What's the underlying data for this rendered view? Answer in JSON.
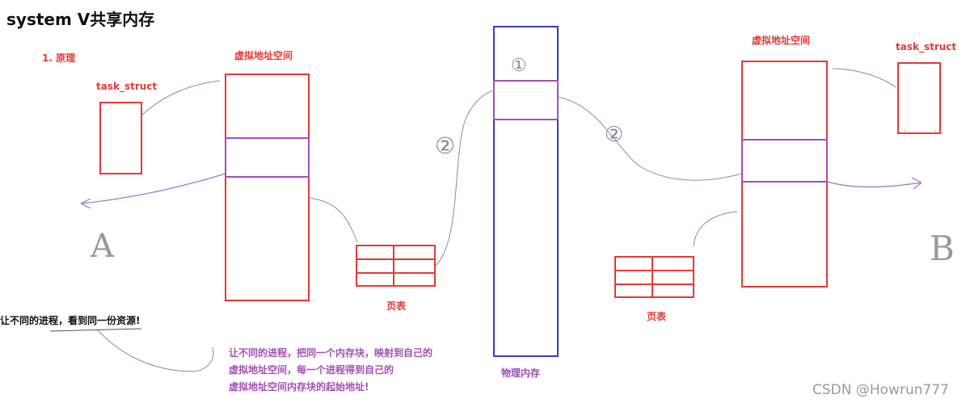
{
  "title": "system V共享内存",
  "section": "1. 原理",
  "left": {
    "task_struct_label": "task_struct",
    "vas_label": "虚拟地址空间",
    "page_table_label": "页表",
    "handwritten_process": "A"
  },
  "middle": {
    "physical_memory_label": "物理内存",
    "marker_1": "①",
    "marker_2_left": "②",
    "marker_2_right": "②"
  },
  "right": {
    "task_struct_label": "task_struct",
    "vas_label": "虚拟地址空间",
    "page_table_label": "页表",
    "handwritten_process": "B"
  },
  "notes": {
    "summary": "让不同的进程，看到同一份资源!",
    "explain": [
      "让不同的进程，把同一个内存块，映射到自己的",
      "虚拟地址空间，每一个进程得到自己的",
      "虚拟地址空间内存块的起始地址!"
    ]
  },
  "watermark": "CSDN @Howrun777",
  "colors": {
    "process": "#e53935",
    "shared": "#a44fb5",
    "physical": "#3a3ac8"
  }
}
